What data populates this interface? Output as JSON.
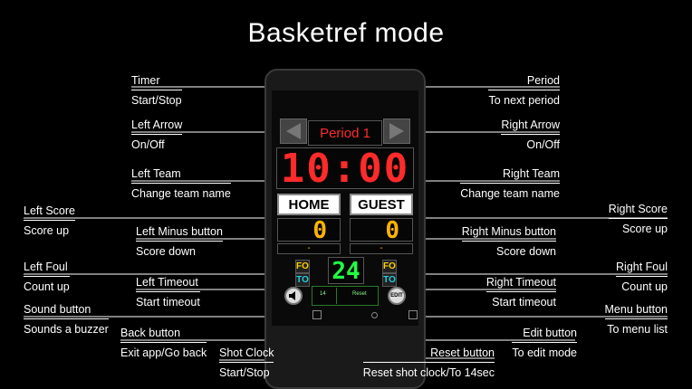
{
  "title": "Basketref mode",
  "labels": {
    "timer": {
      "h": "Timer",
      "s": "Start/Stop"
    },
    "period": {
      "h": "Period",
      "s": "To next period"
    },
    "left_arrow": {
      "h": "Left Arrow",
      "s": "On/Off"
    },
    "right_arrow": {
      "h": "Right Arrow",
      "s": "On/Off"
    },
    "left_team": {
      "h": "Left Team",
      "s": "Change team name"
    },
    "right_team": {
      "h": "Right Team",
      "s": "Change team name"
    },
    "left_score": {
      "h": "Left Score",
      "s": "Score up"
    },
    "right_score": {
      "h": "Right Score",
      "s": "Score up"
    },
    "left_minus": {
      "h": "Left Minus button",
      "s": "Score down"
    },
    "right_minus": {
      "h": "Right Minus button",
      "s": "Score down"
    },
    "left_foul": {
      "h": "Left Foul",
      "s": "Count up"
    },
    "right_foul": {
      "h": "Right Foul",
      "s": "Count up"
    },
    "left_timeout": {
      "h": "Left Timeout",
      "s": "Start timeout"
    },
    "right_timeout": {
      "h": "Right Timeout",
      "s": "Start timeout"
    },
    "sound": {
      "h": "Sound button",
      "s": "Sounds a buzzer"
    },
    "menu": {
      "h": "Menu button",
      "s": "To menu list"
    },
    "back": {
      "h": "Back button",
      "s": "Exit app/Go back"
    },
    "edit": {
      "h": "Edit button",
      "s": "To edit mode"
    },
    "shot_clock": {
      "h": "Shot Clock",
      "s": "Start/Stop"
    },
    "reset": {
      "h": "Reset button",
      "s": "Reset shot clock/To 14sec"
    }
  },
  "scoreboard": {
    "period": "Period 1",
    "timer": "10:00",
    "home": "HOME",
    "guest": "GUEST",
    "home_score": "0",
    "guest_score": "0",
    "home_minus": "-",
    "guest_minus": "-",
    "foul": "FO",
    "timeout": "TO",
    "shot_clock": "24",
    "shot_14": "14",
    "shot_reset": "Reset",
    "edit": "EDIT"
  },
  "colors": {
    "timer_red": "#ff2a2a",
    "score_amber": "#ffb300",
    "shot_green": "#22ff44",
    "foul_yellow": "#ffd000",
    "timeout_cyan": "#22d0e0"
  }
}
